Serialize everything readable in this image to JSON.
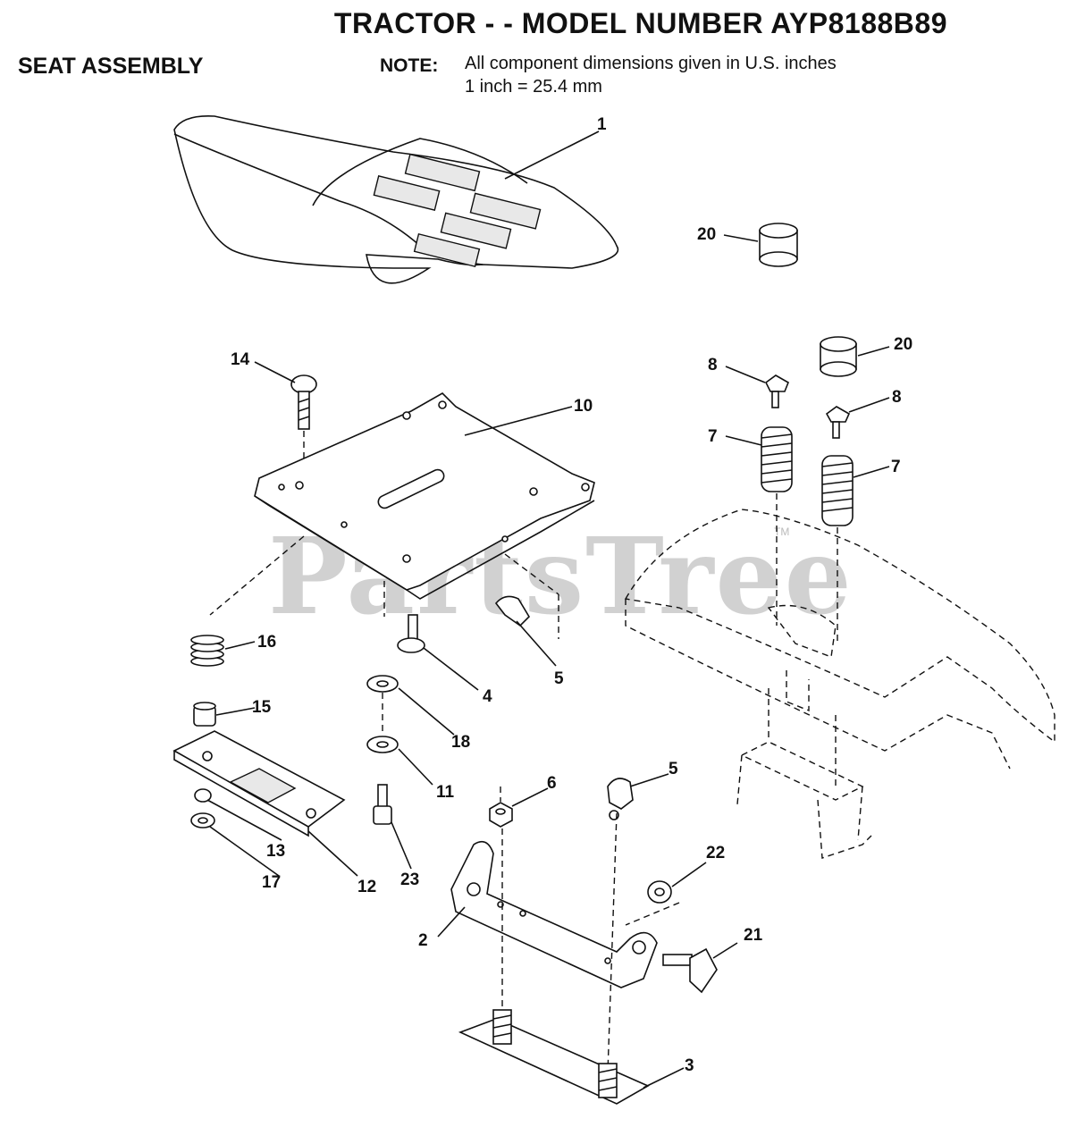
{
  "header": {
    "title": "TRACTOR - - MODEL NUMBER AYP8188B89",
    "section": "SEAT ASSEMBLY",
    "note_label": "NOTE:",
    "note_lines": [
      "All component dimensions given in U.S. inches",
      "1 inch = 25.4 mm"
    ]
  },
  "watermark": {
    "text": "PartsTree",
    "tm": "TM"
  },
  "callouts": [
    {
      "id": "c1",
      "label": "1"
    },
    {
      "id": "c2",
      "label": "2"
    },
    {
      "id": "c3",
      "label": "3"
    },
    {
      "id": "c4",
      "label": "4"
    },
    {
      "id": "c5a",
      "label": "5"
    },
    {
      "id": "c5b",
      "label": "5"
    },
    {
      "id": "c6",
      "label": "6"
    },
    {
      "id": "c7a",
      "label": "7"
    },
    {
      "id": "c7b",
      "label": "7"
    },
    {
      "id": "c8a",
      "label": "8"
    },
    {
      "id": "c8b",
      "label": "8"
    },
    {
      "id": "c10",
      "label": "10"
    },
    {
      "id": "c11",
      "label": "11"
    },
    {
      "id": "c12",
      "label": "12"
    },
    {
      "id": "c13",
      "label": "13"
    },
    {
      "id": "c14",
      "label": "14"
    },
    {
      "id": "c15",
      "label": "15"
    },
    {
      "id": "c16",
      "label": "16"
    },
    {
      "id": "c17",
      "label": "17"
    },
    {
      "id": "c18",
      "label": "18"
    },
    {
      "id": "c20a",
      "label": "20"
    },
    {
      "id": "c20b",
      "label": "20"
    },
    {
      "id": "c21",
      "label": "21"
    },
    {
      "id": "c22",
      "label": "22"
    },
    {
      "id": "c23",
      "label": "23"
    }
  ]
}
